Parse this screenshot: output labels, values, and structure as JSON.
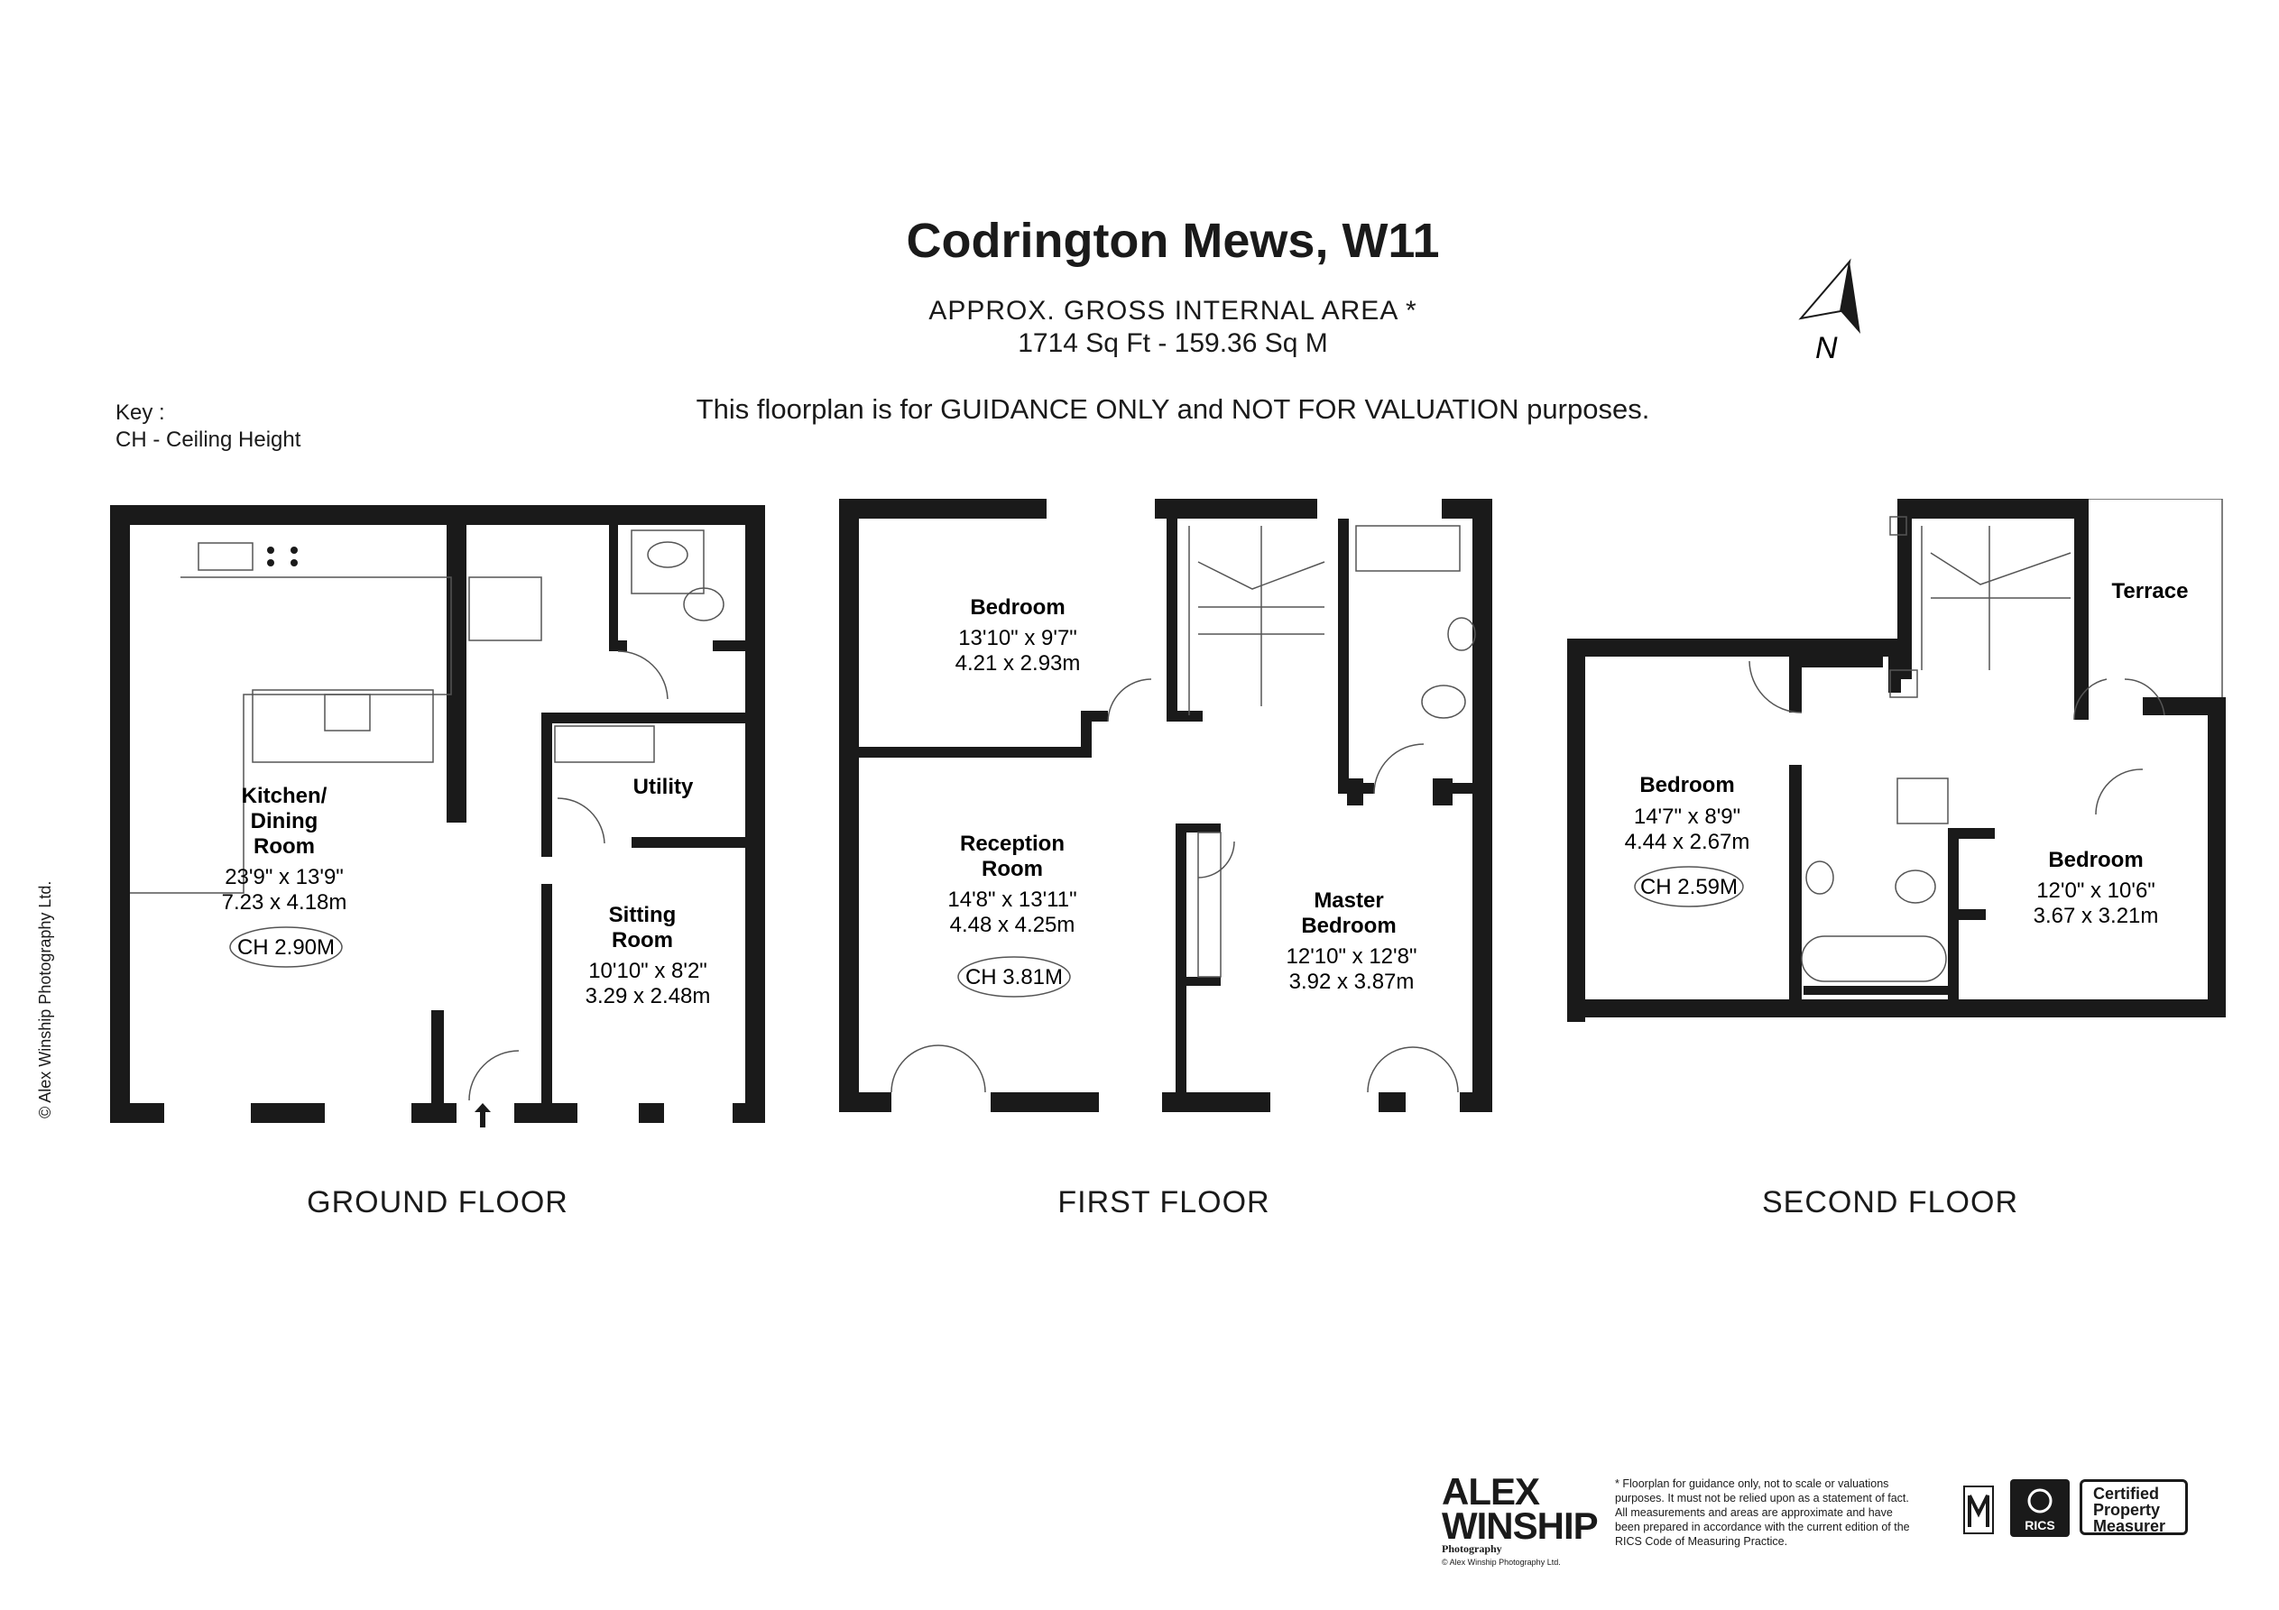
{
  "header": {
    "title": "Codrington Mews, W11",
    "area_line1": "APPROX. GROSS INTERNAL  AREA *",
    "area_line2": "1714 Sq Ft  -  159.36 Sq M",
    "guidance": "This floorplan is for GUIDANCE ONLY and NOT FOR VALUATION purposes."
  },
  "key": {
    "title": "Key :",
    "line": "CH - Ceiling Height"
  },
  "compass": {
    "letter": "N"
  },
  "copyright_side": "© Alex Winship Photography Ltd.",
  "floors": {
    "ground": {
      "label": "GROUND FLOOR",
      "rooms": [
        {
          "name_l1": "Kitchen/",
          "name_l2": "Dining",
          "name_l3": "Room",
          "imperial": "23'9\" x 13'9\"",
          "metric": "7.23 x 4.18m",
          "ch": "CH 2.90M"
        },
        {
          "name_l1": "Utility"
        },
        {
          "name_l1": "Sitting",
          "name_l2": "Room",
          "imperial": "10'10\" x 8'2\"",
          "metric": "3.29 x 2.48m"
        }
      ]
    },
    "first": {
      "label": "FIRST FLOOR",
      "rooms": [
        {
          "name_l1": "Bedroom",
          "imperial": "13'10\" x 9'7\"",
          "metric": "4.21 x 2.93m"
        },
        {
          "name_l1": "Reception",
          "name_l2": "Room",
          "imperial": "14'8\" x 13'11\"",
          "metric": "4.48 x 4.25m",
          "ch": "CH 3.81M"
        },
        {
          "name_l1": "Master",
          "name_l2": "Bedroom",
          "imperial": "12'10\" x 12'8\"",
          "metric": "3.92 x 3.87m"
        }
      ]
    },
    "second": {
      "label": "SECOND FLOOR",
      "rooms": [
        {
          "name_l1": "Terrace"
        },
        {
          "name_l1": "Bedroom",
          "imperial": "14'7\" x 8'9\"",
          "metric": "4.44 x 2.67m",
          "ch": "CH 2.59M"
        },
        {
          "name_l1": "Bedroom",
          "imperial": "12'0\" x 10'6\"",
          "metric": "3.67 x 3.21m"
        }
      ]
    }
  },
  "footer": {
    "brand_l1": "ALEX",
    "brand_l2": "WINSHIP",
    "brand_l3": "Photography",
    "brand_copy": "© Alex Winship Photography Ltd.",
    "note": "* Floorplan for guidance only, not to scale or valuations purposes. It must not be relied upon as a statement of fact. All measurements and areas are approximate and have been prepared in accordance with the current edition of the RICS Code of Measuring Practice.",
    "rics": "RICS",
    "cpm_l1": "Certified",
    "cpm_l2": "Property",
    "cpm_l3": "Measurer"
  }
}
